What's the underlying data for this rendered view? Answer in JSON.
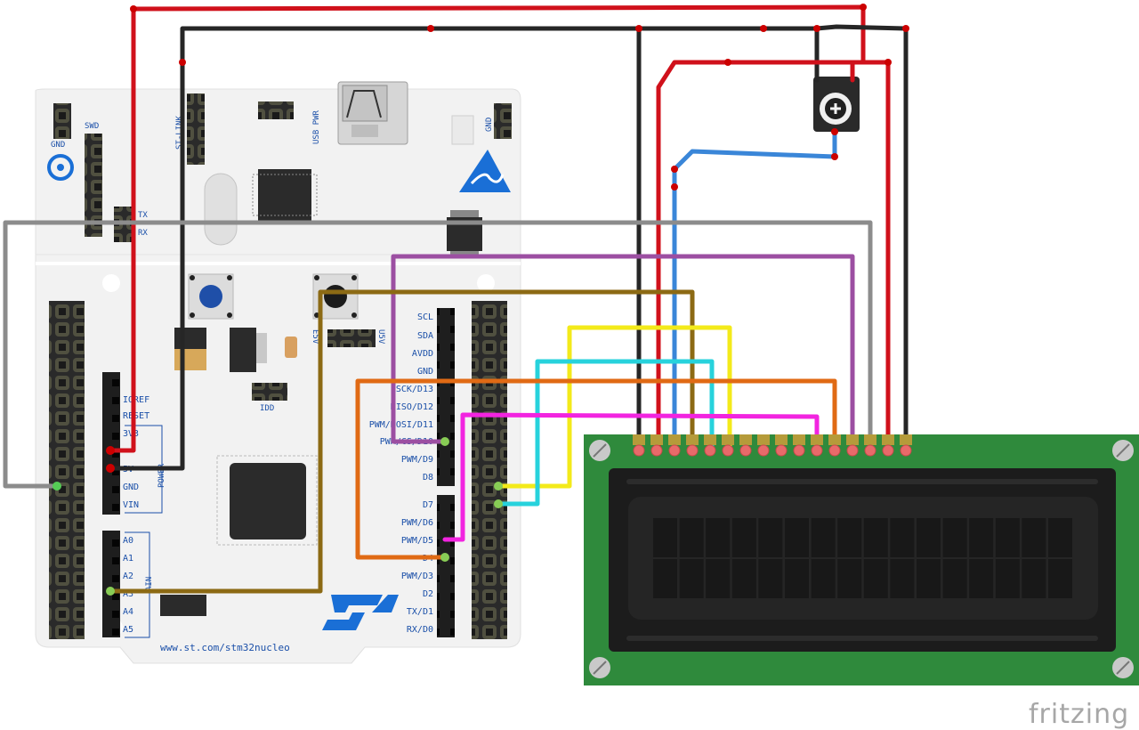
{
  "board": {
    "labels": {
      "swd": "SWD",
      "gnd_top": "GND",
      "gnd_right": "GND",
      "usb_pwr": "USB PWR",
      "st_link": "ST-LINK",
      "tx": "TX",
      "rx": "RX",
      "e5v": "E5V",
      "u5v": "U5V",
      "idd": "IDD",
      "power": "POWER",
      "ain": "AIN",
      "url": "www.st.com/stm32nucleo"
    },
    "left_pins": [
      "IOREF",
      "RESET",
      "3V3",
      "5V",
      "GND",
      "VIN"
    ],
    "analog_pins": [
      "A0",
      "A1",
      "A2",
      "A3",
      "A4",
      "A5"
    ],
    "right_pins_top": [
      "SCL",
      "SDA",
      "AVDD",
      "GND",
      "SCK/D13",
      "MISO/D12",
      "PWM/MOSI/D11",
      "PWM/CS/D10",
      "PWM/D9",
      "D8"
    ],
    "right_pins_bottom": [
      "D7",
      "PWM/D6",
      "PWM/D5",
      "D4",
      "PWM/D3",
      "D2",
      "TX/D1",
      "RX/D0"
    ]
  },
  "watermark": "fritzing",
  "colors": {
    "board": "#f2f2f2",
    "lcd_pcb": "#2f8a3c",
    "lcd_bezel": "#1c1c1c",
    "wire_red": "#d0111b",
    "wire_black": "#262626",
    "wire_gray": "#8c8c8c",
    "wire_purple": "#9c4fa2",
    "wire_brown": "#8c6a14",
    "wire_yellow": "#f3ea1a",
    "wire_cyan": "#27d2dc",
    "wire_orange": "#e06a14",
    "wire_magenta": "#f224e0",
    "wire_blue": "#3a86d8"
  }
}
